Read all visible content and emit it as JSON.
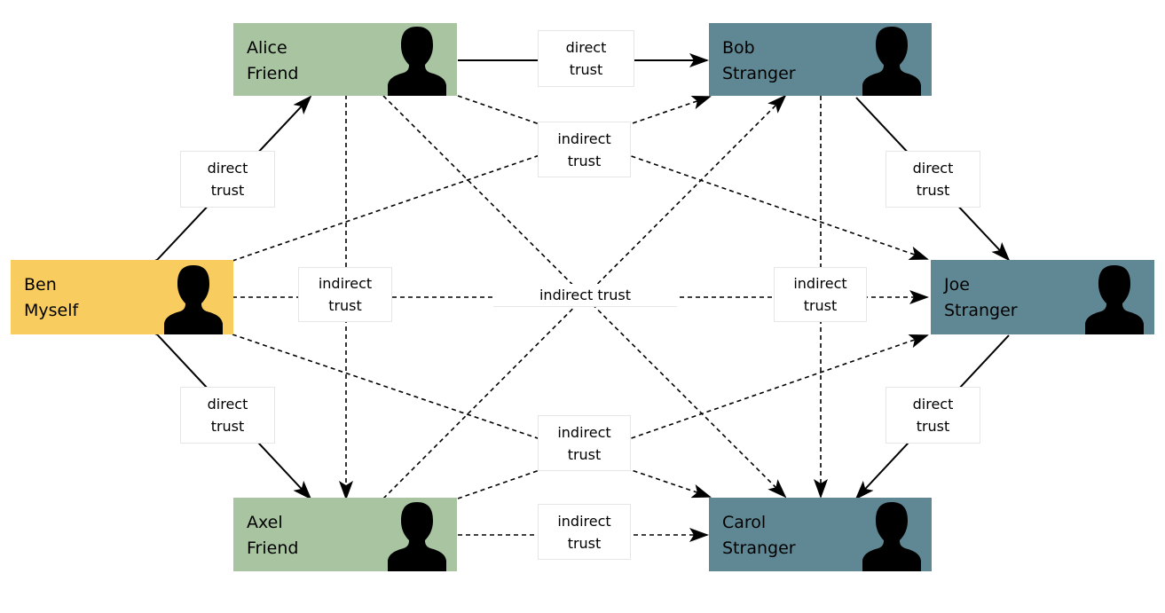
{
  "colors": {
    "friend": "#a8c4a1",
    "stranger": "#608894",
    "self": "#f8cc5e",
    "silhouette": "#000000",
    "line": "#000000"
  },
  "icon": "person-silhouette-icon",
  "nodes": {
    "alice": {
      "name": "Alice",
      "role": "Friend"
    },
    "bob": {
      "name": "Bob",
      "role": "Stranger"
    },
    "ben": {
      "name": "Ben",
      "role": "Myself"
    },
    "joe": {
      "name": "Joe",
      "role": "Stranger"
    },
    "axel": {
      "name": "Axel",
      "role": "Friend"
    },
    "carol": {
      "name": "Carol",
      "role": "Stranger"
    }
  },
  "labels": {
    "alice_bob": {
      "line1": "direct",
      "line2": "trust"
    },
    "top_mid": {
      "line1": "indirect",
      "line2": "trust"
    },
    "ben_alice": {
      "line1": "direct",
      "line2": "trust"
    },
    "bob_joe": {
      "line1": "direct",
      "line2": "trust"
    },
    "mid_left": {
      "line1": "indirect",
      "line2": "trust"
    },
    "mid_center": {
      "text": "indirect trust"
    },
    "mid_right": {
      "line1": "indirect",
      "line2": "trust"
    },
    "ben_axel": {
      "line1": "direct",
      "line2": "trust"
    },
    "joe_carol": {
      "line1": "direct",
      "line2": "trust"
    },
    "bottom_mid": {
      "line1": "indirect",
      "line2": "trust"
    },
    "axel_carol": {
      "line1": "indirect",
      "line2": "trust"
    }
  }
}
